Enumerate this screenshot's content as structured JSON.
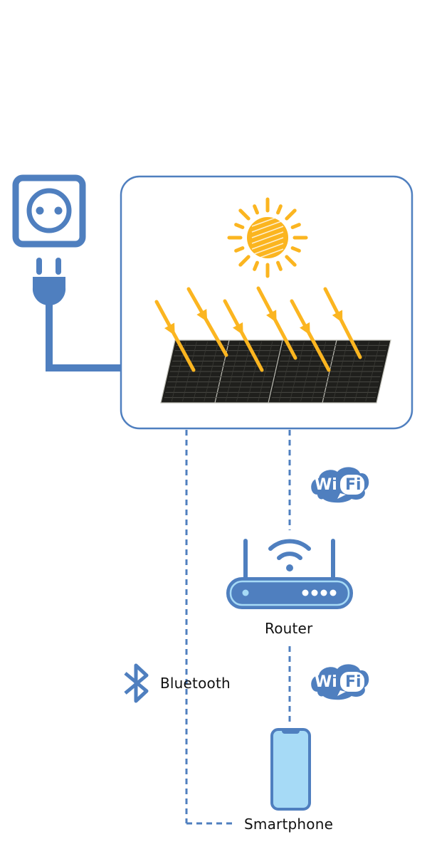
{
  "colors": {
    "primary_blue": "#4f7fbf",
    "light_blue": "#a6daf6",
    "sun_orange": "#fbb520",
    "panel_dark": "#1f1f1c",
    "text": "#111111"
  },
  "nodes": {
    "power_outlet": {
      "icon": "power-socket-icon"
    },
    "plug": {
      "icon": "power-plug-icon"
    },
    "solar_system": {
      "icons": [
        "sun-icon",
        "solar-panel-icon",
        "sun-ray-arrow-icon"
      ]
    },
    "router": {
      "label": "Router",
      "icon": "router-icon"
    },
    "smartphone": {
      "label": "Smartphone",
      "icon": "smartphone-icon"
    }
  },
  "connections": [
    {
      "from": "solar_system",
      "to": "router",
      "type": "WiFi",
      "badge": {
        "left": "Wi",
        "right": "Fi"
      }
    },
    {
      "from": "router",
      "to": "smartphone",
      "type": "WiFi",
      "badge": {
        "left": "Wi",
        "right": "Fi"
      }
    },
    {
      "from": "solar_system",
      "to": "smartphone",
      "type": "Bluetooth",
      "label": "Bluetooth"
    }
  ]
}
